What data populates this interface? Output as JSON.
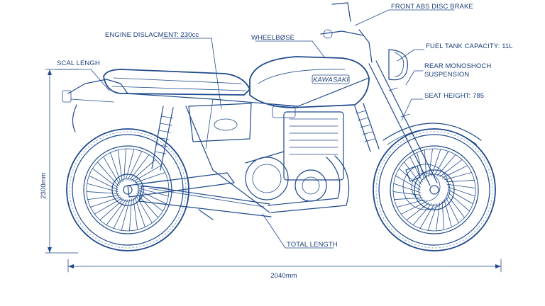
{
  "labels": {
    "front_abs": "FRONT ABS DISC BRAKE",
    "engine": "ENGINE DISLACMENT: 230cc",
    "wheelbase": "WHEELBØSE",
    "fuel_tank": "FUEL TANK CAPACITY: 11L",
    "scal_length": "SCAL LENGH",
    "rear_mono_1": "REAR MONOSHOCH",
    "rear_mono_2": "SUSPENSION",
    "seat_height": "SEAT HEIGHT: 785",
    "total_length": "TOTAL LENGTH",
    "height_dim": "2300mm",
    "length_dim": "2040mm",
    "tank_brand": "KAWASAKI"
  },
  "colors": {
    "ink": "#1f4a8c",
    "ink_soft": "#6f8fc4",
    "text": "#1c3f7a",
    "background": "#ffffff"
  }
}
